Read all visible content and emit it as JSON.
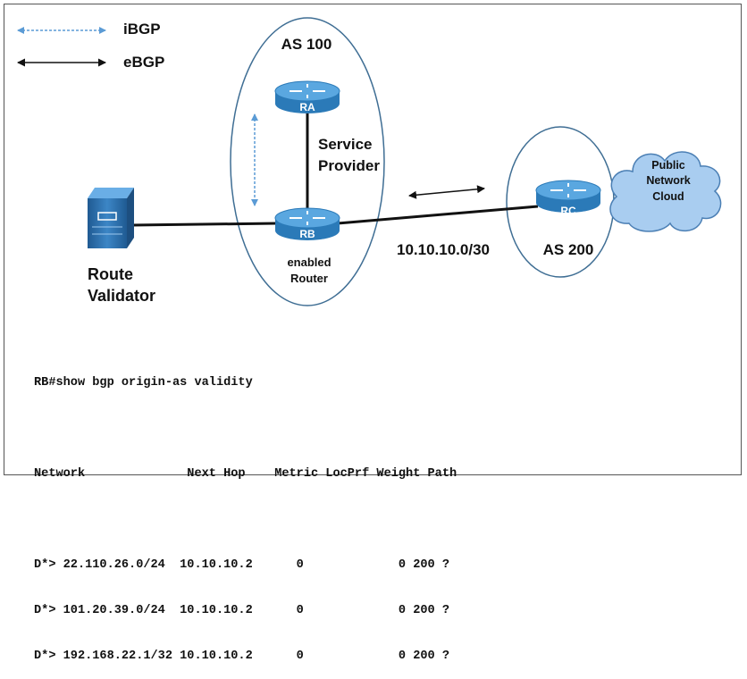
{
  "legend": {
    "ibgp": "iBGP",
    "ebgp": "eBGP"
  },
  "as100": {
    "label": "AS 100",
    "provider_line1": "Service",
    "provider_line2": "Provider"
  },
  "as200": {
    "label": "AS 200"
  },
  "routers": {
    "ra": "RA",
    "rb": "RB",
    "rc": "RC",
    "rb_note_line1": "enabled",
    "rb_note_line2": "Router"
  },
  "subnet": "10.10.10.0/30",
  "cloud": {
    "line1": "Public",
    "line2": "Network",
    "line3": "Cloud"
  },
  "validator": {
    "line1": "Route",
    "line2": "Validator"
  },
  "colors": {
    "ellipse": "#3f6e94",
    "router_fill": "#2b7ab8",
    "router_top": "#5aa7e0",
    "cloud_fill": "#a9cdf0",
    "cloud_stroke": "#4b7fb4",
    "ibgp_line": "#5b9bd5",
    "server_fill": "#2f6faa"
  },
  "cli": {
    "command": "RB#show bgp origin-as validity",
    "header": "Network              Next Hop    Metric LocPrf Weight Path",
    "rows": [
      "D*> 22.110.26.0/24  10.10.10.2      0             0 200 ?",
      "D*> 101.20.39.0/24  10.10.10.2      0             0 200 ?",
      "D*> 192.168.22.1/32 10.10.10.2      0             0 200 ?"
    ]
  }
}
